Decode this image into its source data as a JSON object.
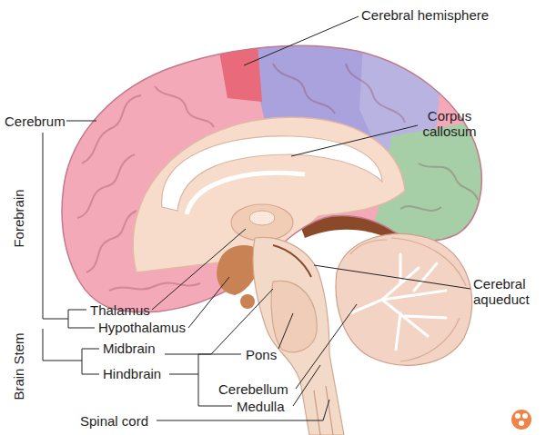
{
  "diagram": {
    "labels": [
      "Cerebral hemisphere",
      "Corpus callosum",
      "Cerebrum",
      "Forebrain",
      "Cerebral aqueduct",
      "Thalamus",
      "Hypothalamus",
      "Brain Stem",
      "Midbrain",
      "Pons",
      "Hindbrain",
      "Cerebellum",
      "Medulla",
      "Spinal cord"
    ]
  }
}
